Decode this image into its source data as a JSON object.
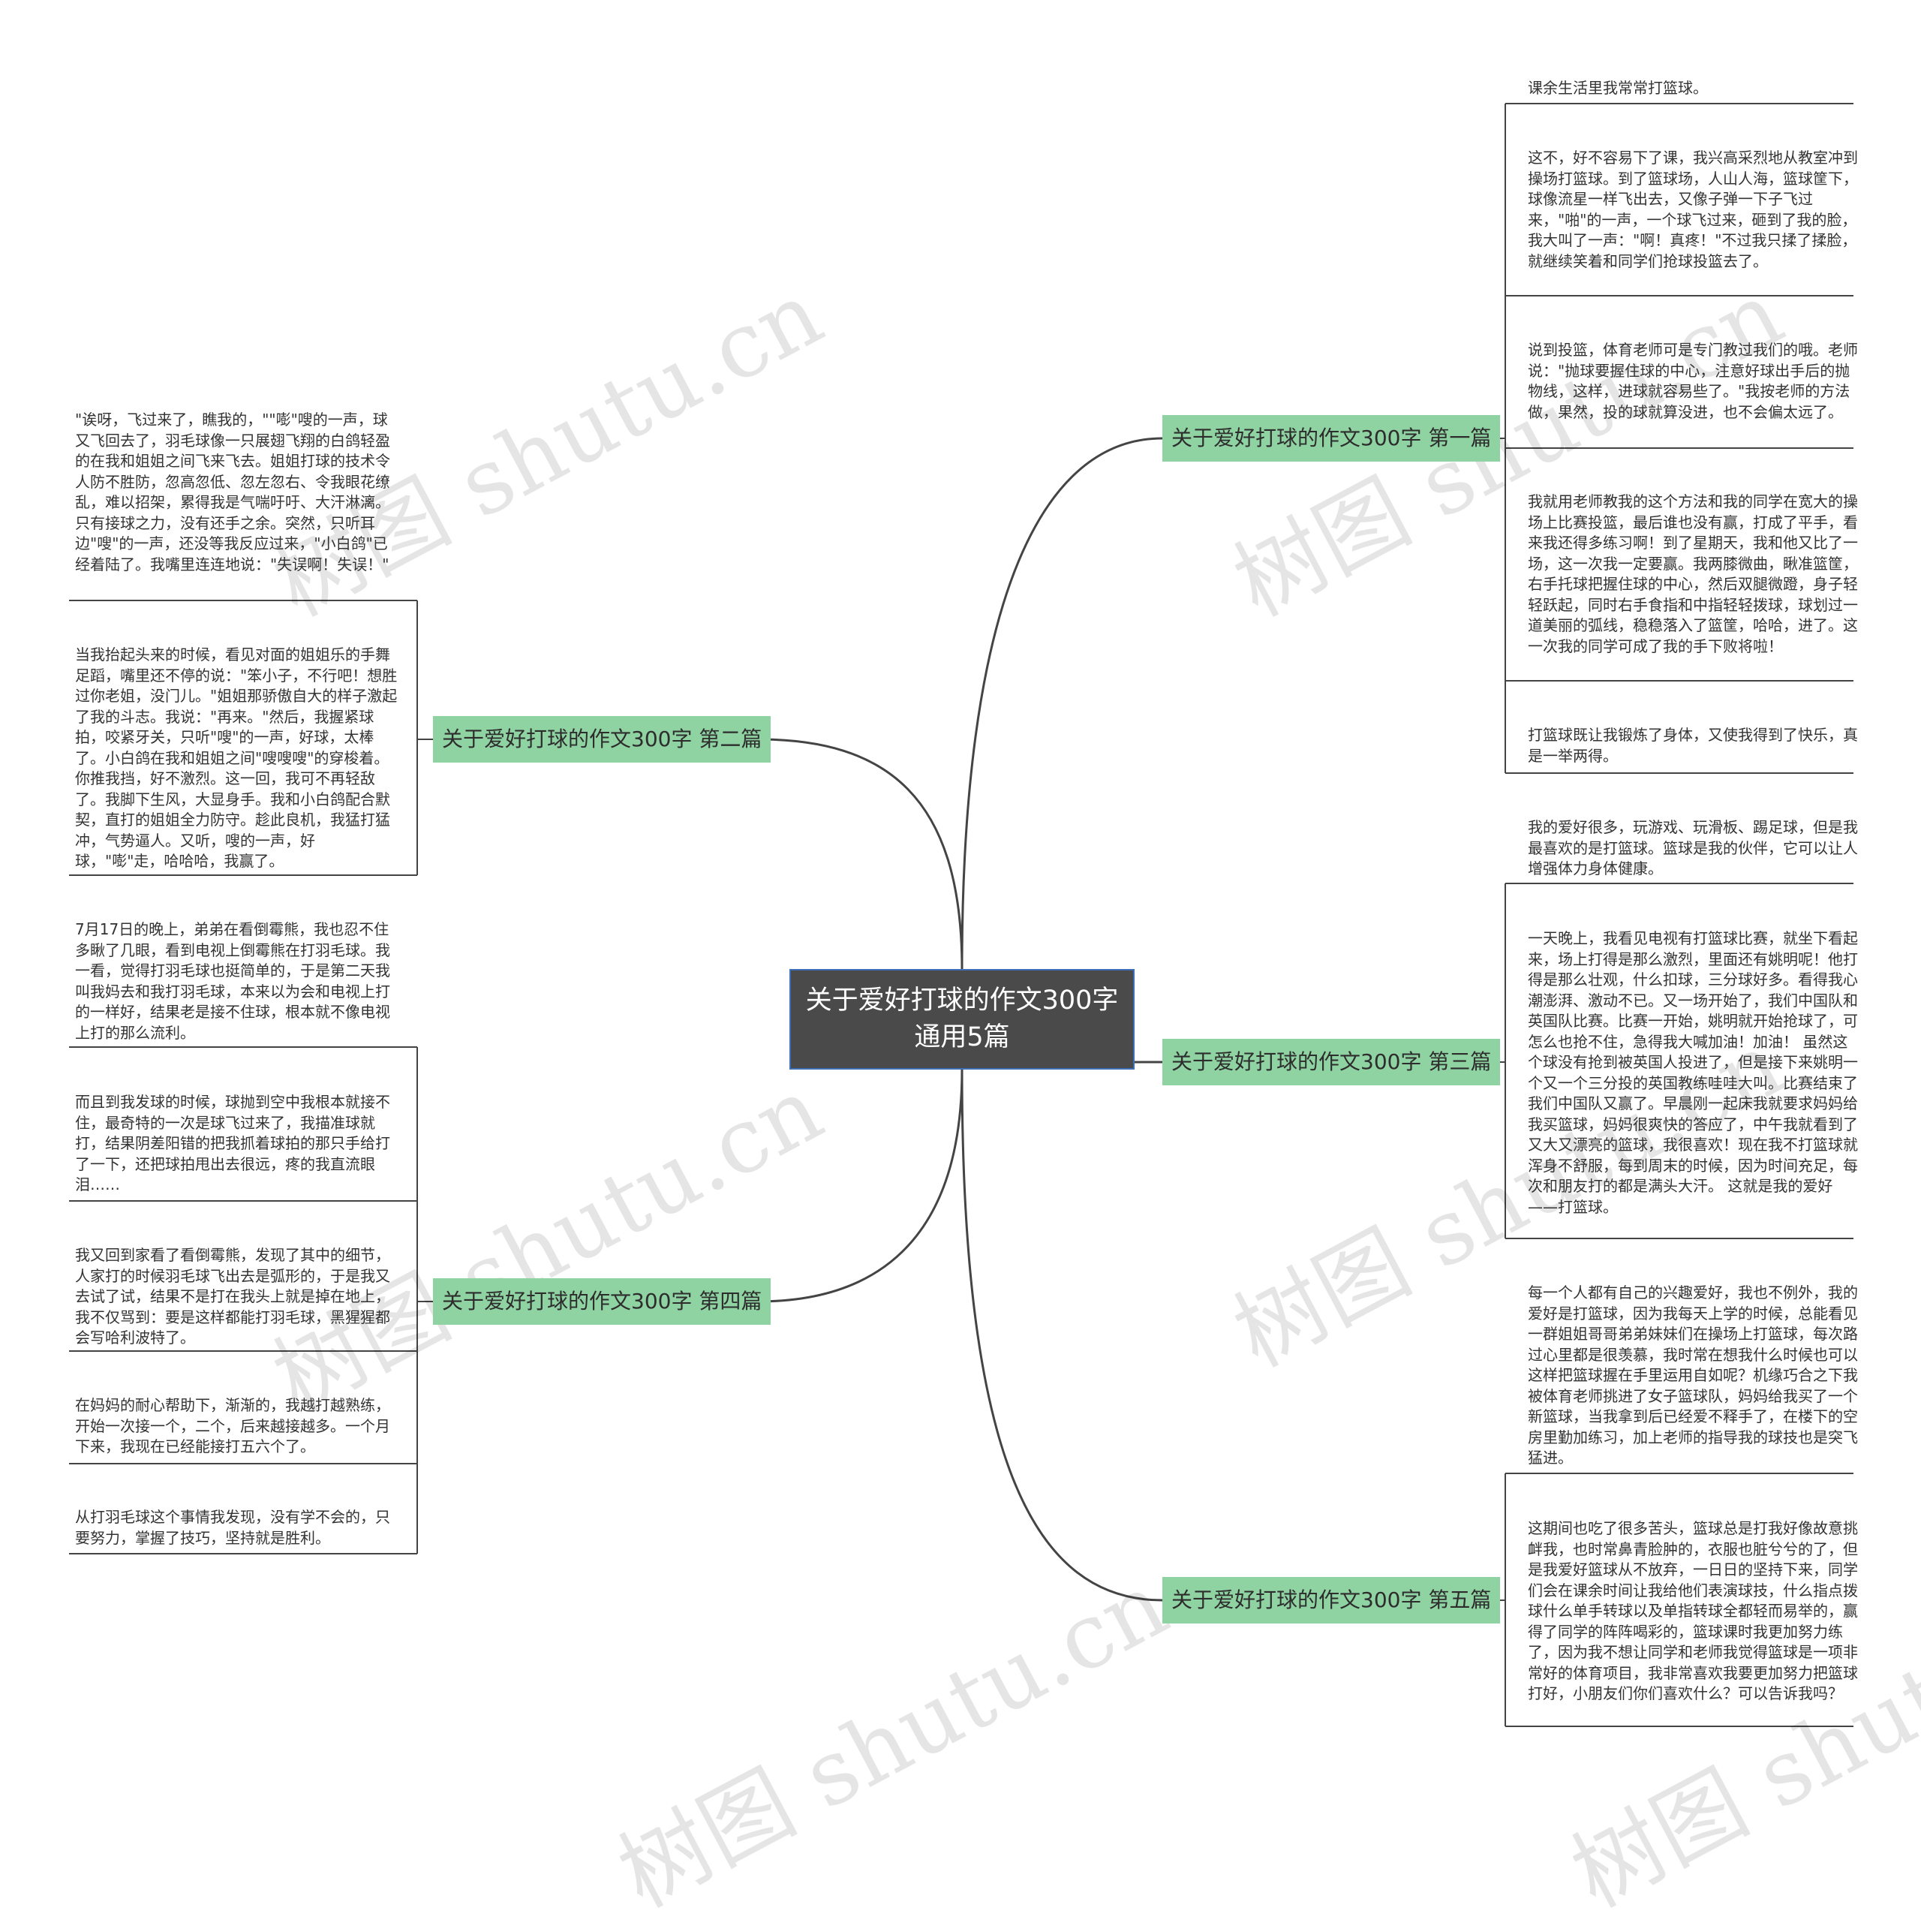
{
  "root": {
    "label": "关于爱好打球的作文300字通用5篇"
  },
  "branches": [
    {
      "label": "关于爱好打球的作文300字 第一篇"
    },
    {
      "label": "关于爱好打球的作文300字 第二篇"
    },
    {
      "label": "关于爱好打球的作文300字 第三篇"
    },
    {
      "label": "关于爱好打球的作文300字 第四篇"
    },
    {
      "label": "关于爱好打球的作文300字 第五篇"
    }
  ],
  "leaves": {
    "b1": [
      "课余生活里我常常打篮球。",
      "这不，好不容易下了课，我兴高采烈地从教室冲到操场打篮球。到了篮球场，人山人海，篮球筐下，球像流星一样飞出去，又像子弹一下子飞过来，\"啪\"的一声，一个球飞过来，砸到了我的脸，我大叫了一声：\"啊！真疼！\"不过我只揉了揉脸，就继续笑着和同学们抢球投篮去了。",
      "说到投篮，体育老师可是专门教过我们的哦。老师说：\"抛球要握住球的中心，注意好球出手后的抛物线，这样，进球就容易些了。\"我按老师的方法做，果然，投的球就算没进，也不会偏太远了。",
      "我就用老师教我的这个方法和我的同学在宽大的操场上比赛投篮，最后谁也没有赢，打成了平手，看来我还得多练习啊！到了星期天，我和他又比了一场，这一次我一定要赢。我两膝微曲，瞅准篮筐，右手托球把握住球的中心，然后双腿微蹬，身子轻轻跃起，同时右手食指和中指轻轻拨球，球划过一道美丽的弧线，稳稳落入了篮筐，哈哈，进了。这一次我的同学可成了我的手下败将啦！",
      "打篮球既让我锻炼了身体，又使我得到了快乐，真是一举两得。"
    ],
    "b2": [
      "\"诶呀，飞过来了，瞧我的，\"\"嘭\"嗖的一声，球又飞回去了，羽毛球像一只展翅飞翔的白鸽轻盈的在我和姐姐之间飞来飞去。姐姐打球的技术令人防不胜防，忽高忽低、忽左忽右、令我眼花缭乱，难以招架，累得我是气喘吁吁、大汗淋漓。只有接球之力，没有还手之余。突然，只听耳边\"嗖\"的一声，还没等我反应过来，\"小白鸽\"已经着陆了。我嘴里连连地说：\"失误啊！失误！\"",
      "当我抬起头来的时候，看见对面的姐姐乐的手舞足蹈，嘴里还不停的说：\"笨小子，不行吧！想胜过你老姐，没门儿。\"姐姐那骄傲自大的样子激起了我的斗志。我说：\"再来。\"然后，我握紧球拍，咬紧牙关，只听\"嗖\"的一声，好球，太棒了。小白鸽在我和姐姐之间\"嗖嗖嗖\"的穿梭着。你推我挡，好不激烈。这一回，我可不再轻敌了。我脚下生风，大显身手。我和小白鸽配合默契，直打的姐姐全力防守。趁此良机，我猛打猛冲，气势逼人。又听，嗖的一声，好球，\"嘭\"走，哈哈哈，我赢了。"
    ],
    "b3": [
      "我的爱好很多，玩游戏、玩滑板、踢足球，但是我最喜欢的是打篮球。篮球是我的伙伴，它可以让人增强体力身体健康。",
      "一天晚上，我看见电视有打篮球比赛，就坐下看起来，场上打得是那么激烈，里面还有姚明呢！他打得是那么壮观，什么扣球，三分球好多。看得我心潮澎湃、激动不已。又一场开始了，我们中国队和英国队比赛。比赛一开始，姚明就开始抢球了，可怎么也抢不住，急得我大喊加油！加油！ 虽然这个球没有抢到被英国人投进了，但是接下来姚明一个又一个三分投的英国教练哇哇大叫。比赛结束了我们中国队又赢了。早晨刚一起床我就要求妈妈给我买篮球，妈妈很爽快的答应了，中午我就看到了又大又漂亮的篮球，我很喜欢！现在我不打篮球就浑身不舒服，每到周末的时候，因为时间充足，每次和朋友打的都是满头大汗。 这就是我的爱好——打篮球。"
    ],
    "b4": [
      "7月17日的晚上，弟弟在看倒霉熊，我也忍不住多瞅了几眼，看到电视上倒霉熊在打羽毛球。我一看，觉得打羽毛球也挺简单的，于是第二天我叫我妈去和我打羽毛球，本来以为会和电视上打的一样好，结果老是接不住球，根本就不像电视上打的那么流利。",
      "而且到我发球的时候，球抛到空中我根本就接不住，最奇特的一次是球飞过来了，我描准球就打，结果阴差阳错的把我抓着球拍的那只手给打了一下，还把球拍甩出去很远，疼的我直流眼泪……",
      "我又回到家看了看倒霉熊，发现了其中的细节，人家打的时候羽毛球飞出去是弧形的，于是我又去试了试，结果不是打在我头上就是掉在地上，我不仅骂到：要是这样都能打羽毛球，黑猩猩都会写哈利波特了。",
      "在妈妈的耐心帮助下，渐渐的，我越打越熟练，开始一次接一个，二个，后来越接越多。一个月下来，我现在已经能接打五六个了。",
      "从打羽毛球这个事情我发现，没有学不会的，只要努力，掌握了技巧，坚持就是胜利。"
    ],
    "b5": [
      "每一个人都有自己的兴趣爱好，我也不例外，我的爱好是打篮球，因为我每天上学的时候，总能看见一群姐姐哥哥弟弟妹妹们在操场上打篮球，每次路过心里都是很羡慕，我时常在想我什么时候也可以这样把篮球握在手里运用自如呢？机缘巧合之下我被体育老师挑进了女子篮球队，妈妈给我买了一个新篮球，当我拿到后已经爱不释手了，在楼下的空房里勤加练习，加上老师的指导我的球技也是突飞猛进。",
      "这期间也吃了很多苦头，篮球总是打我好像故意挑衅我，也时常鼻青脸肿的，衣服也脏兮兮的了，但是我爱好篮球从不放弃，一日日的坚持下来，同学们会在课余时间让我给他们表演球技，什么指点拨球什么单手转球以及单指转球全都轻而易举的，赢得了同学的阵阵喝彩的，篮球课时我更加努力练了，因为我不想让同学和老师我觉得篮球是一项非常好的体育项目，我非常喜欢我要更加努力把篮球打好，小朋友们你们喜欢什么？可以告诉我吗？"
    ]
  },
  "watermark": "树图 shutu.cn",
  "colors": {
    "root_bg": "#4a4a4a",
    "root_border": "#3c6fb8",
    "branch_bg": "#8fd3a2",
    "connector": "#444444",
    "leaf_line": "#444444"
  }
}
